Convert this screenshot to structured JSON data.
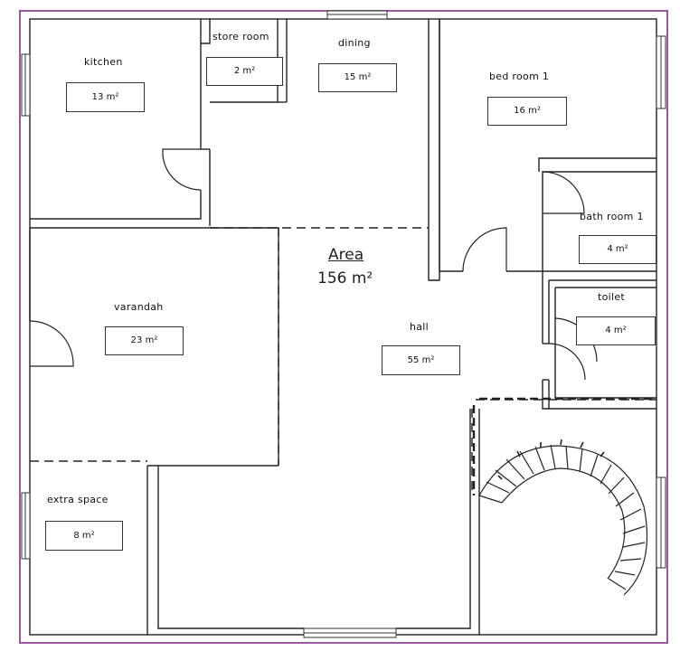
{
  "plan": {
    "total_area_title": "Area",
    "total_area_value": "156 m²",
    "rooms": {
      "kitchen": {
        "name": "kitchen",
        "area": "13 m²"
      },
      "store_room": {
        "name": "store room",
        "area": "2 m²"
      },
      "dining": {
        "name": "dining",
        "area": "15 m²"
      },
      "bed_room_1": {
        "name": "bed room 1",
        "area": "16 m²"
      },
      "bath_room_1": {
        "name": "bath room 1",
        "area": "4 m²"
      },
      "toilet": {
        "name": "toilet",
        "area": "4 m²"
      },
      "verandah": {
        "name": "varandah",
        "area": "23 m²"
      },
      "hall": {
        "name": "hall",
        "area": "55 m²"
      },
      "extra_space": {
        "name": "extra space",
        "area": "8 m²"
      }
    },
    "colors": {
      "outer_wall": "#9a5aa0",
      "walls": "#222222",
      "windows": "#444444"
    }
  }
}
